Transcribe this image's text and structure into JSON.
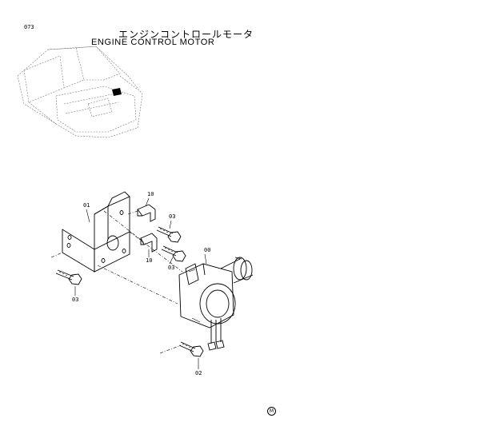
{
  "page_code": "073",
  "title_jp": "エンジンコントロールモータ",
  "title_en": "ENGINE CONTROL MOTOR",
  "parts": [
    {
      "id": "p01",
      "label": "01"
    },
    {
      "id": "p10a",
      "label": "10"
    },
    {
      "id": "p03a",
      "label": "03"
    },
    {
      "id": "p10b",
      "label": "10"
    },
    {
      "id": "p03b",
      "label": "03"
    },
    {
      "id": "p00",
      "label": "00"
    },
    {
      "id": "p03c",
      "label": "03"
    },
    {
      "id": "p02",
      "label": "02"
    }
  ],
  "corner_mark": "M"
}
